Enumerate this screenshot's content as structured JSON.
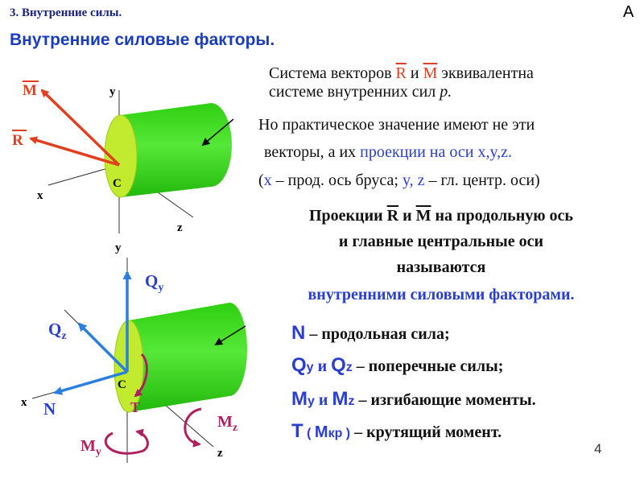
{
  "header": {
    "section": "3. Внутренние силы.",
    "corner": "А",
    "title": "Внутренние силовые факторы."
  },
  "text": {
    "l1": {
      "a": "Система векторов ",
      "R": "R",
      "and": " и ",
      "M": "M",
      "b": " эквивалентна"
    },
    "l2": {
      "a": "системе внутренних сил ",
      "p": "p."
    },
    "l3": "Но практическое значение имеют не эти",
    "l4": {
      "a": "векторы, а их ",
      "b": "проекции на оси x,y,z."
    },
    "l5": {
      "p1": "(",
      "x": "x",
      "a": " – прод. ось бруса; ",
      "y": "y,",
      "z": " z",
      "b": " – гл. центр. оси)"
    },
    "l6": {
      "a": "Проекции ",
      "R": "R",
      "and": " и ",
      "M": "M",
      "b": "  на продольную ось"
    },
    "l7": "и главные центральные оси",
    "l8": "называются",
    "l9": "внутренними силовыми факторами."
  },
  "defs": {
    "d1": {
      "sym": "N",
      "text": " – продольная сила;"
    },
    "d2": {
      "q1": "Q",
      "s1": "y",
      "and": " и ",
      "q2": "Q",
      "s2": "z",
      "text": " – поперечные силы;"
    },
    "d3": {
      "m1": "M",
      "s1": "y",
      "and": " и ",
      "m2": "M",
      "s2": "z",
      "text": " – изгибающие моменты."
    },
    "d4": {
      "t": "T",
      "p1": " ( ",
      "m": "M",
      "s": "кр",
      "p2": " )",
      "text": " – крутящий момент."
    }
  },
  "fig1": {
    "y": "y",
    "x": "x",
    "z": "z",
    "c": "C",
    "M": "M",
    "R": "R"
  },
  "fig2": {
    "y": "y",
    "x": "x",
    "z": "z",
    "c": "C",
    "Qy": "Q",
    "Qy_sub": "y",
    "Qz": "Q",
    "Qz_sub": "z",
    "N": "N",
    "T": "T",
    "Mz": "M",
    "Mz_sub": "z",
    "My": "M",
    "My_sub": "y"
  },
  "page": "4",
  "colors": {
    "red": "#e0401f",
    "blue": "#2a3fd0",
    "green": "#3fd11f",
    "face": "#b9e62a"
  }
}
